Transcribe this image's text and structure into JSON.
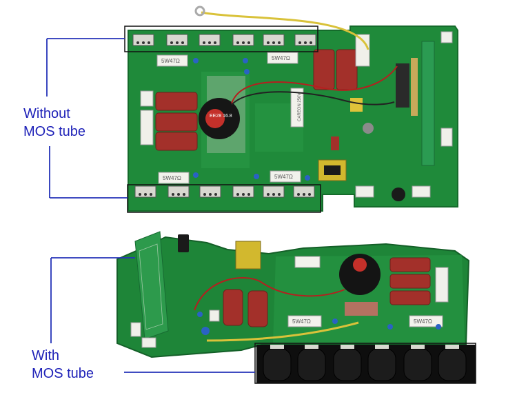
{
  "labels": {
    "without_line1": "Without",
    "without_line2": "MOS tube",
    "with_line1": "With",
    "with_line2": "MOS tube"
  },
  "board_texts": {
    "top_resistor_1": "5W47Ω",
    "top_resistor_2": "5W47Ω",
    "top_resistor_3": "5W47Ω",
    "top_resistor_4": "5W47Ω",
    "bottom_resistor_1": "5W47Ω",
    "bottom_resistor_2": "5W47Ω",
    "top_core_label": "EE28 16.8",
    "top_cap_label": "CAREON 250V"
  },
  "colors": {
    "pcb_green": "#1f8a3a",
    "label_blue": "#1f22b8",
    "bracket_blue": "#2533b8",
    "mos_black": "#141414",
    "capacitor_red": "#a3302a"
  }
}
